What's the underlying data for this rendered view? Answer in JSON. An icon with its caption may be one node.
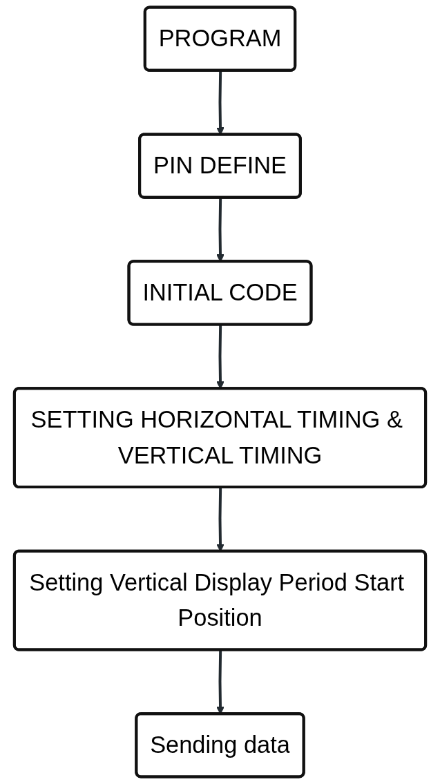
{
  "diagram": {
    "nodes": [
      {
        "text": [
          "PROGRAM"
        ]
      },
      {
        "text": [
          "PIN DEFINE"
        ]
      },
      {
        "text": [
          "INITIAL CODE"
        ]
      },
      {
        "text": [
          "SETTING HORIZONTAL TIMING & VERTICAL TIMING"
        ]
      },
      {
        "text": [
          "Setting Vertical Display Period Start Position"
        ]
      },
      {
        "text": [
          "Sending data"
        ]
      }
    ],
    "edges": [
      {
        "from": 0,
        "to": 1,
        "arrow": "to"
      },
      {
        "from": 1,
        "to": 2,
        "arrow": "to"
      },
      {
        "from": 2,
        "to": 3,
        "arrow": "to"
      },
      {
        "from": 3,
        "to": 4,
        "arrow": "to"
      },
      {
        "from": 4,
        "to": 5,
        "arrow": "to"
      }
    ]
  }
}
